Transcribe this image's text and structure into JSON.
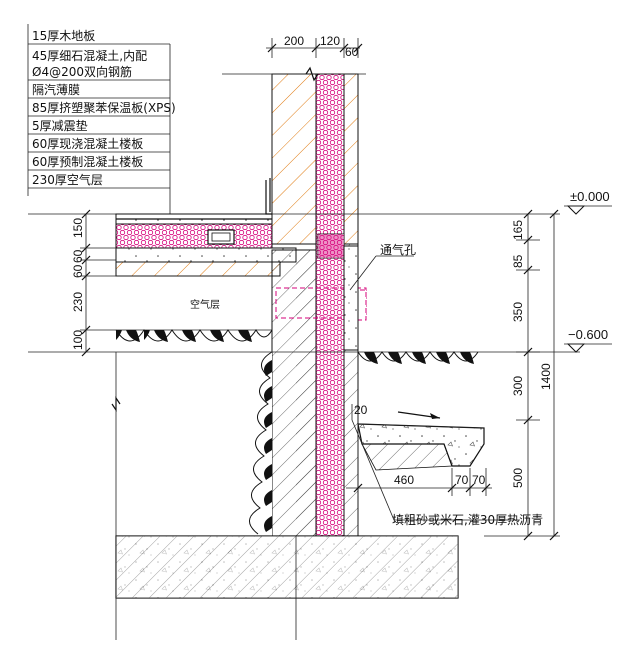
{
  "layers": [
    "15厚木地板",
    "45厚细石混凝土,内配",
    "Ø4@200双向钢筋",
    "隔汽薄膜",
    "85厚挤塑聚苯保温板(XPS)",
    "5厚减震垫",
    "60厚现浇混凝土楼板",
    "60厚预制混凝土楼板",
    "230厚空气层"
  ],
  "top_dims": [
    "200",
    "120",
    "60"
  ],
  "left_dims": [
    "150",
    "60",
    "60",
    "230",
    "100"
  ],
  "right_dims": [
    "165",
    "85",
    "350",
    "300",
    "500"
  ],
  "overall_dim": "1400",
  "bottom_dims": [
    "460",
    "70",
    "70"
  ],
  "slope_dim": "20",
  "elevations": {
    "floor": "±0.000",
    "ground": "−0.600"
  },
  "labels": {
    "vent_hole": "通气孔",
    "air_layer": "空气层",
    "fill_note": "填粗砂或米石,灌30厚热沥青"
  },
  "colors": {
    "insulation": "#d6007a",
    "hatch_orange": "#e07a10",
    "line": "#111111"
  }
}
